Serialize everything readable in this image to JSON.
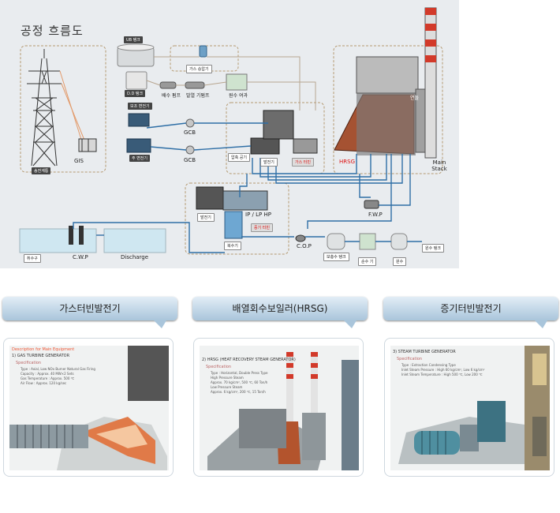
{
  "diagram": {
    "title": "공정 흐름도",
    "labels": {
      "gis": "GIS",
      "substation": "송전계통",
      "ub_tank": "UB 탱크",
      "gas_heater": "가스 승압기",
      "dd_tank": "D.D 탱크",
      "pump1": "배수 펌프",
      "pump2": "발열 기펌프",
      "filter": "원수 여과",
      "aux_tr": "보조 변전기",
      "main_tr": "주 변전기",
      "gcb1": "GCB",
      "gcb2": "GCB",
      "gen_gt": "발전기",
      "gt": "가스 터빈",
      "compressor": "압축 공기",
      "hrsg": "HRSG",
      "main_stack": "Main Stack",
      "stack_mark": "연돌",
      "fwp": "F.W.P",
      "gen_st": "발전기",
      "st": "증기 터빈",
      "ip_lp_hp": "IP / LP HP",
      "condenser": "복수기",
      "cop": "C.O.P",
      "intake": "취수구",
      "cwp": "C.W.P",
      "discharge": "Discharge",
      "tank1": "보충수 탱크",
      "tank2": "순수 기",
      "tank3": "원수",
      "tank4": "원수 탱크"
    }
  },
  "tabs": [
    {
      "label": "가스터빈발전기"
    },
    {
      "label": "배열회수보일러(HRSG)"
    },
    {
      "label": "증기터빈발전기"
    }
  ],
  "cards": [
    {
      "heading": "Description for Main Equipment",
      "title": "1) GAS TURBINE GENERATOR",
      "spec_label": "Specification",
      "rows": [
        "Type : Axial, Low NOx Burner Natural Gas Firing",
        "Capacity : Approx. 40 MW×2 Sets",
        "Gas Temperature : Approx. 500 ℃",
        "Air Flow : Approx. 120 kg/sec"
      ]
    },
    {
      "heading": "",
      "title": "2) HRSG (HEAT RECOVERY STEAM GENERATOR)",
      "spec_label": "Specification",
      "rows": [
        "Type : Horizontal, Double Press Type",
        "High Pressure Steam",
        "Approx. 70 kg/cm², 500 ℃, 60 Ton/h",
        "Low Pressure Steam",
        "Approx. 6 kg/cm², 200 ℃, 15 Ton/h"
      ]
    },
    {
      "heading": "",
      "title": "3) STEAM TURBINE GENERATOR",
      "spec_label": "Specification",
      "rows": [
        "Type : Extraction Condensing Type",
        "Inlet Steam Pressure : High 60 kg/cm², Low 6 kg/cm²",
        "Inlet Steam Temperature : High 500 ℃, Low 200 ℃"
      ]
    }
  ]
}
